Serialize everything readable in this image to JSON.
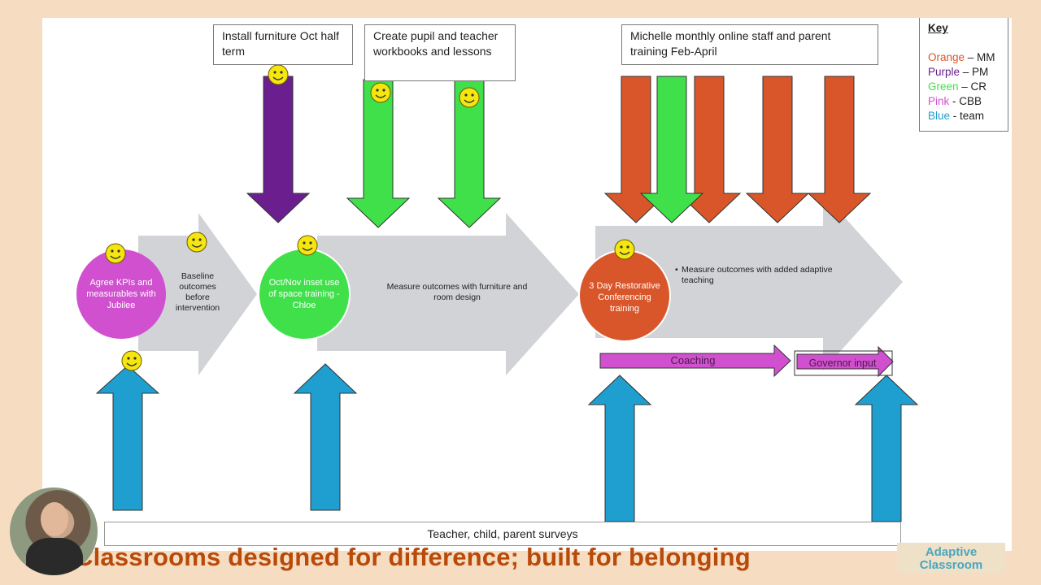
{
  "top_boxes": {
    "furniture": "Install furniture Oct half term",
    "workbooks": "Create pupil and teacher workbooks and lessons",
    "michelle": "Michelle monthly online staff and parent training Feb-April"
  },
  "key": {
    "title": "Key",
    "items": [
      {
        "color_name": "Orange",
        "suffix": " – MM",
        "color": "#d9562a"
      },
      {
        "color_name": "Purple",
        "suffix": " – PM",
        "color": "#6b1f8f"
      },
      {
        "color_name": "Green",
        "suffix": " – CR",
        "color": "#3fe04a"
      },
      {
        "color_name": "Pink",
        "suffix": " - CBB",
        "color": "#d050cf"
      },
      {
        "color_name": "Blue",
        "suffix": " - team",
        "color": "#1e9fcf"
      }
    ]
  },
  "circles": {
    "kpis": "Agree KPIs and measurables with Jubilee",
    "inset": "Oct/Nov inset use of space training - Chloe",
    "restorative": "3 Day Restorative Conferencing training"
  },
  "labels": {
    "baseline": "Baseline outcomes before intervention",
    "measure_furniture": "Measure outcomes with furniture and room design",
    "measure_adaptive": "Measure outcomes with added adaptive teaching"
  },
  "arrows": {
    "coaching": "Coaching",
    "governor": "Governor input"
  },
  "surveys": "Teacher, child, parent surveys",
  "footer": {
    "tagline": "Classrooms designed for difference; built for belonging",
    "brand_line1": "Adaptive",
    "brand_line2": "Classroom"
  },
  "colors": {
    "orange": "#d9562a",
    "purple": "#6b1f8f",
    "green": "#3fe04a",
    "pink": "#d050cf",
    "blue": "#1e9fcf",
    "grey": "#d1d3d6",
    "smiley": "#f5e60f"
  }
}
